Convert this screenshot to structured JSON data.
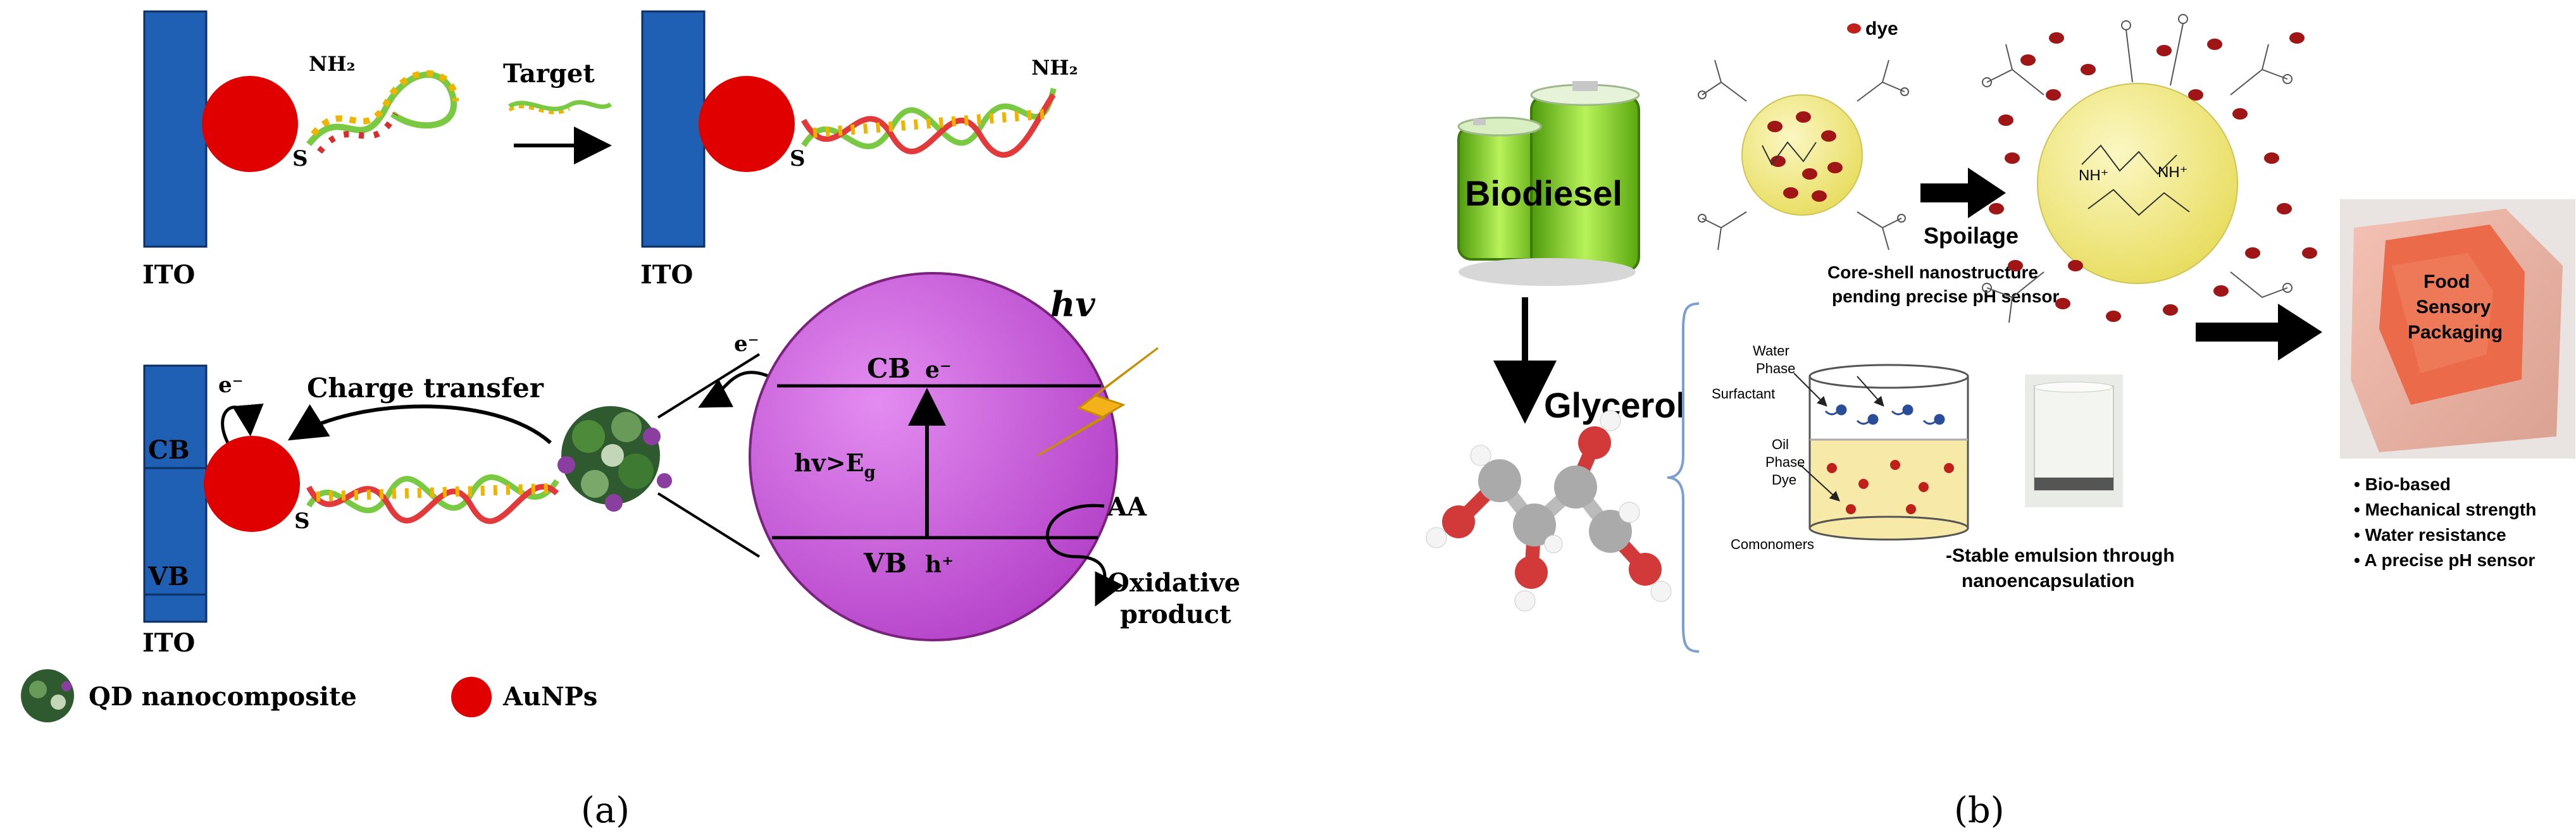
{
  "panel_a": {
    "top_left": {
      "electrode_label": "ITO",
      "amine_label": "NH₂",
      "thiol_label": "S"
    },
    "arrow_label": "Target",
    "top_right": {
      "electrode_label": "ITO",
      "amine_label": "NH₂",
      "thiol_label": "S"
    },
    "bottom": {
      "electrode_label": "ITO",
      "cb_label": "CB",
      "vb_label": "VB",
      "electron_label_left": "e⁻",
      "electron_label_top": "e⁻",
      "charge_transfer_label": "Charge transfer",
      "thiol_label": "S",
      "circle_cb": "CB",
      "circle_vb": "VB",
      "circle_e": "e⁻",
      "circle_h": "h⁺",
      "energy_label": "hv>E",
      "energy_sub": "g",
      "light_label": "hv",
      "aa_label": "AA",
      "product_label_1": "Oxidative",
      "product_label_2": "product"
    },
    "legend": {
      "qd_label": "QD nanocomposite",
      "au_label": "AuNPs"
    },
    "caption": "(a)"
  },
  "panel_b": {
    "biodiesel_label": "Biodiesel",
    "glycerol_label": "Glycerol",
    "dye_label": "dye",
    "spoilage_label": "Spoilage",
    "nh_label": "NH⁺",
    "nanostructure_line1": "Core-shell nanostructure",
    "nanostructure_line2": "pending precise pH sensor",
    "beaker": {
      "water_phase_1": "Water",
      "water_phase_2": "Phase",
      "surfactant": "Surfactant",
      "oil_phase_1": "Oil",
      "oil_phase_2": "Phase",
      "dye": "Dye",
      "comonomers": "Comonomers"
    },
    "emulsion_line1": "-Stable emulsion through",
    "emulsion_line2": "nanoencapsulation",
    "food_label": [
      "Food",
      "Sensory",
      "Packaging"
    ],
    "bullets": [
      "Bio-based",
      "Mechanical strength",
      "Water resistance",
      "A precise pH sensor"
    ],
    "caption": "(b)"
  },
  "colors": {
    "electrode_blue": "#1f5fb4",
    "gold_red": "#e00000",
    "magenta": "#c24fd0",
    "biodiesel_green": "#7fcc1a",
    "core_yellow": "#f4ee8a",
    "dye_red": "#a01515",
    "salmon": "#ea6a4a"
  }
}
